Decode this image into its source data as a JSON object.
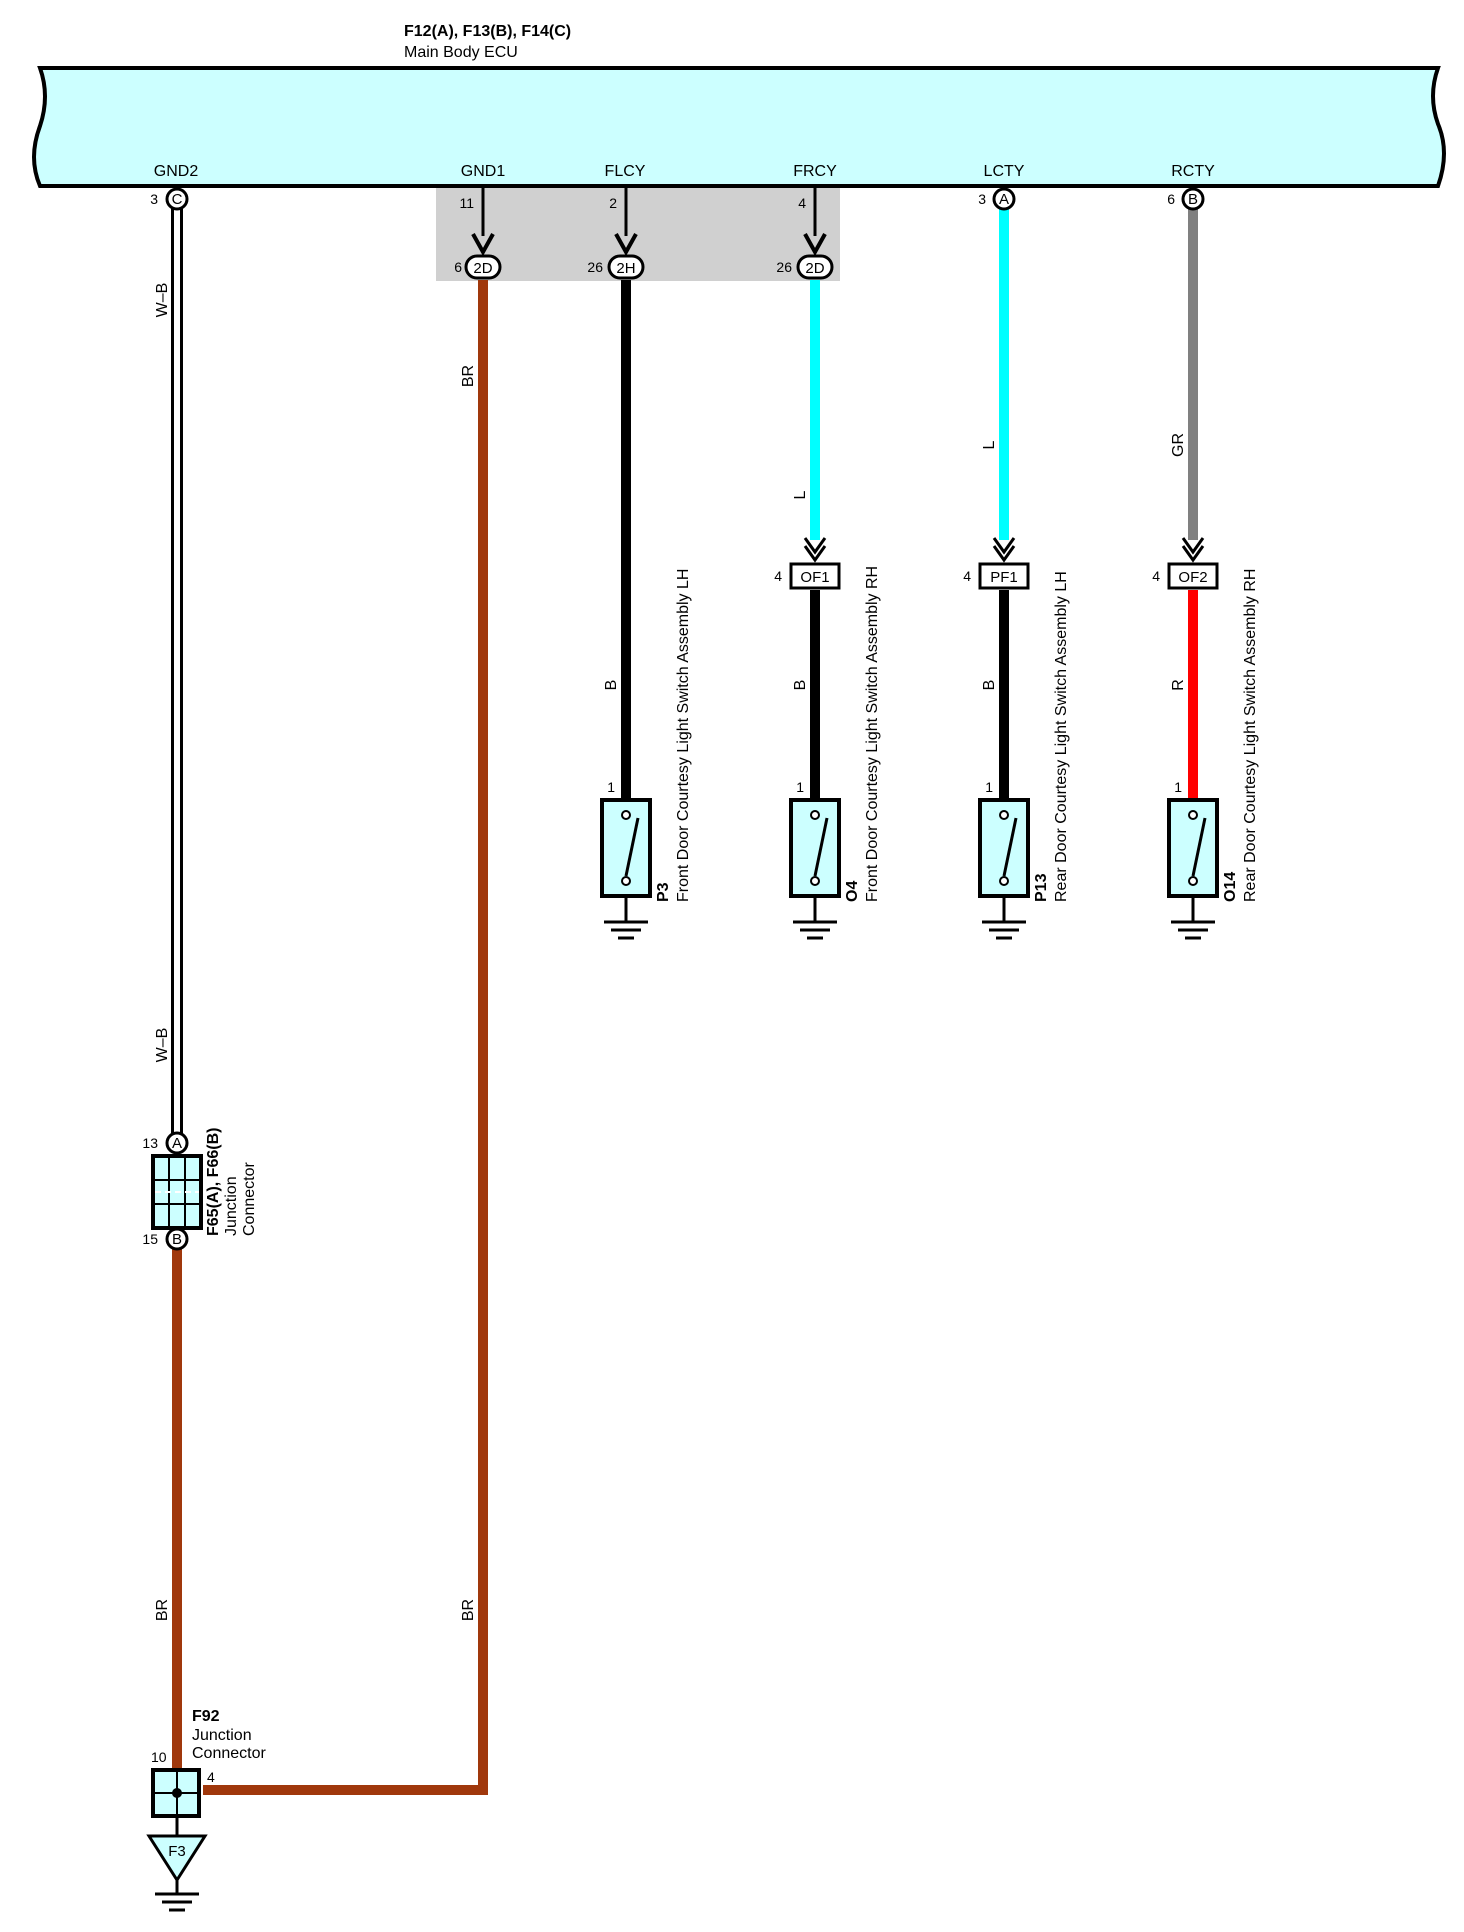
{
  "ecu": {
    "title": "F12(A), F13(B), F14(C)",
    "subtitle": "Main Body ECU",
    "color": "#ccffff"
  },
  "terminals": {
    "gnd2": "GND2",
    "gnd1": "GND1",
    "flcy": "FLCY",
    "frcy": "FRCY",
    "lcty": "LCTY",
    "rcty": "RCTY"
  },
  "pins": {
    "gnd2_pin": "3",
    "gnd2_conn": "C",
    "gnd1_pin": "11",
    "flcy_pin": "2",
    "frcy_pin": "4",
    "lcty_pin": "3",
    "lcty_conn": "A",
    "rcty_pin": "6",
    "rcty_conn": "B",
    "gnd1_jpin": "6",
    "gnd1_jconn": "2D",
    "flcy_jpin": "26",
    "flcy_jconn": "2H",
    "frcy_jpin": "26",
    "frcy_jconn": "2D",
    "of1_pin": "4",
    "of1": "OF1",
    "pf1_pin": "4",
    "pf1": "PF1",
    "of2_pin": "4",
    "of2": "OF2",
    "p3_pin": "1",
    "o4_pin": "1",
    "p13_pin": "1",
    "o14_pin": "1",
    "jc_a_pin": "13",
    "jc_a": "A",
    "jc_b_pin": "15",
    "jc_b": "B",
    "f92_pin10": "10",
    "f92_pin4": "4"
  },
  "wires": {
    "wb_top": "W–B",
    "wb_bottom": "W–B",
    "br_gnd1_top": "BR",
    "br_gnd1_bottom": "BR",
    "br_left": "BR",
    "flcy_b": "B",
    "frcy_l": "L",
    "frcy_b": "B",
    "lcty_l": "L",
    "lcty_b": "B",
    "rcty_gr": "GR",
    "rcty_r": "R"
  },
  "switches": {
    "p3": {
      "code": "P3",
      "name": "Front Door Courtesy Light Switch Assembly LH"
    },
    "o4": {
      "code": "O4",
      "name": "Front Door Courtesy Light Switch Assembly RH"
    },
    "p13": {
      "code": "P13",
      "name": "Rear Door Courtesy Light Switch Assembly LH"
    },
    "o14": {
      "code": "O14",
      "name": "Rear Door Courtesy Light Switch Assembly RH"
    }
  },
  "junction_f65": {
    "code": "F65(A), F66(B)",
    "line1": "Junction",
    "line2": "Connector"
  },
  "junction_f92": {
    "code": "F92",
    "line1": "Junction",
    "line2": "Connector"
  },
  "ground_point": "F3",
  "wire_colors": {
    "BR": "#a0380c",
    "B": "#000000",
    "L": "#00ffff",
    "GR": "#808080",
    "R": "#ff0000",
    "W-B": "#ffffff"
  }
}
